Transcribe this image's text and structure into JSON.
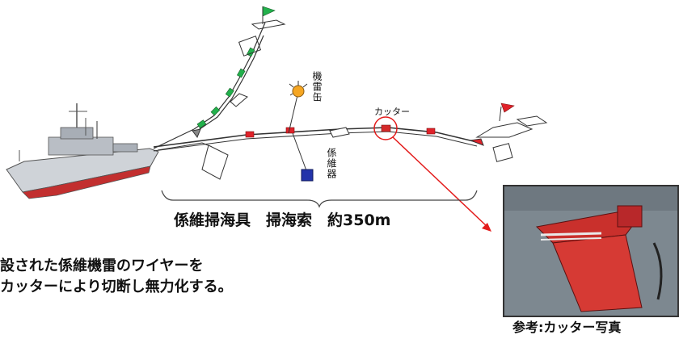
{
  "labels": {
    "mine": "機雷缶",
    "sinker": "係維器",
    "cutter": "カッター",
    "caption_main": "係維掃海具　掃海索　約350m",
    "desc_line1": "設された係維機雷のワイヤーを",
    "desc_line2": "カッターにより切断し無力化する。",
    "photo_caption": "参考:カッター写真"
  },
  "icons": [
    "ship-icon",
    "float-icon",
    "flag-icon",
    "mine-icon",
    "sinker-icon",
    "cutter-icon",
    "otter-icon"
  ],
  "colors": {
    "flag_green": "#22b14c",
    "flag_red": "#e0222a",
    "cutter_red": "#d42a2a",
    "mine_orange": "#f5a623",
    "sinker_blue": "#2233aa",
    "highlight_red": "#e31b1b",
    "photo_bg": "#7d8890"
  }
}
